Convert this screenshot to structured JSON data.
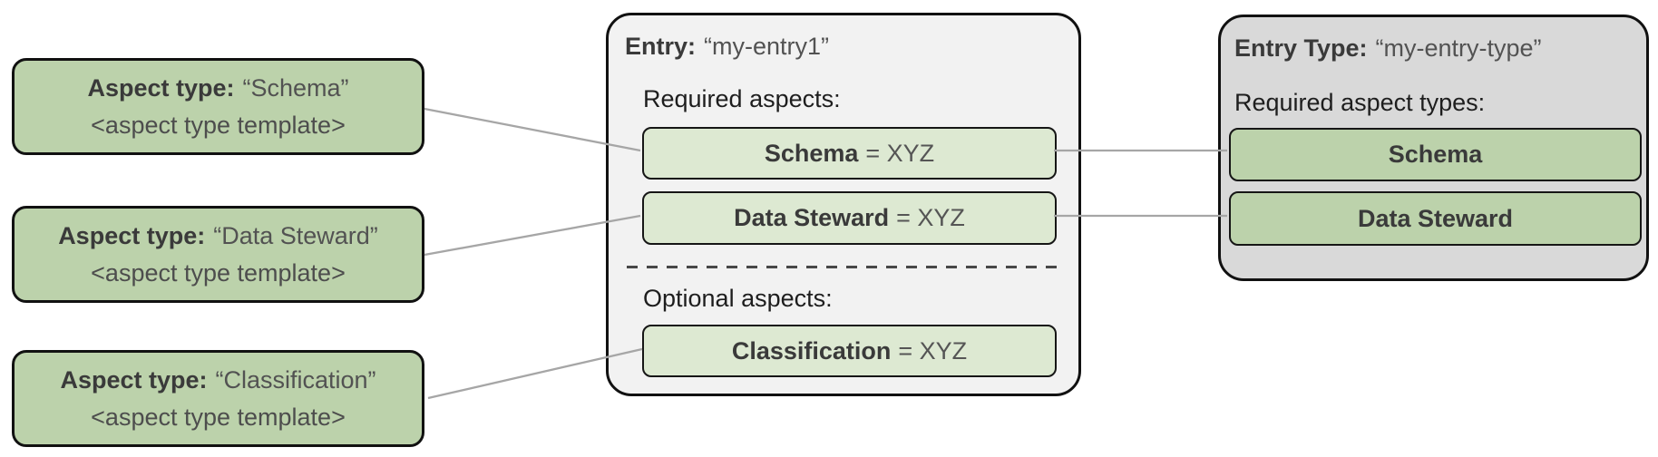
{
  "aspect_types": [
    {
      "label": "Aspect type:",
      "name": "“Schema”",
      "template": "<aspect type template>"
    },
    {
      "label": "Aspect type:",
      "name": "“Data Steward”",
      "template": "<aspect type template>"
    },
    {
      "label": "Aspect type:",
      "name": "“Classification”",
      "template": "<aspect type template>"
    }
  ],
  "entry": {
    "label": "Entry:",
    "name": "“my-entry1”",
    "required_heading": "Required aspects:",
    "required_aspects": [
      {
        "name": "Schema",
        "value": "= XYZ"
      },
      {
        "name": "Data Steward",
        "value": "= XYZ"
      }
    ],
    "optional_heading": "Optional aspects:",
    "optional_aspects": [
      {
        "name": "Classification",
        "value": "= XYZ"
      }
    ]
  },
  "entry_type": {
    "label": "Entry Type:",
    "name": "“my-entry-type”",
    "required_heading": "Required aspect types:",
    "required_aspect_types": [
      {
        "name": "Schema"
      },
      {
        "name": "Data Steward"
      }
    ]
  },
  "colors": {
    "green": "#bcd2ab",
    "light_green": "#dde9d2",
    "light_gray": "#f2f2f2",
    "gray": "#d9d9d9",
    "border": "#111111",
    "connector": "#a6a6a6",
    "dash": "#474747"
  }
}
